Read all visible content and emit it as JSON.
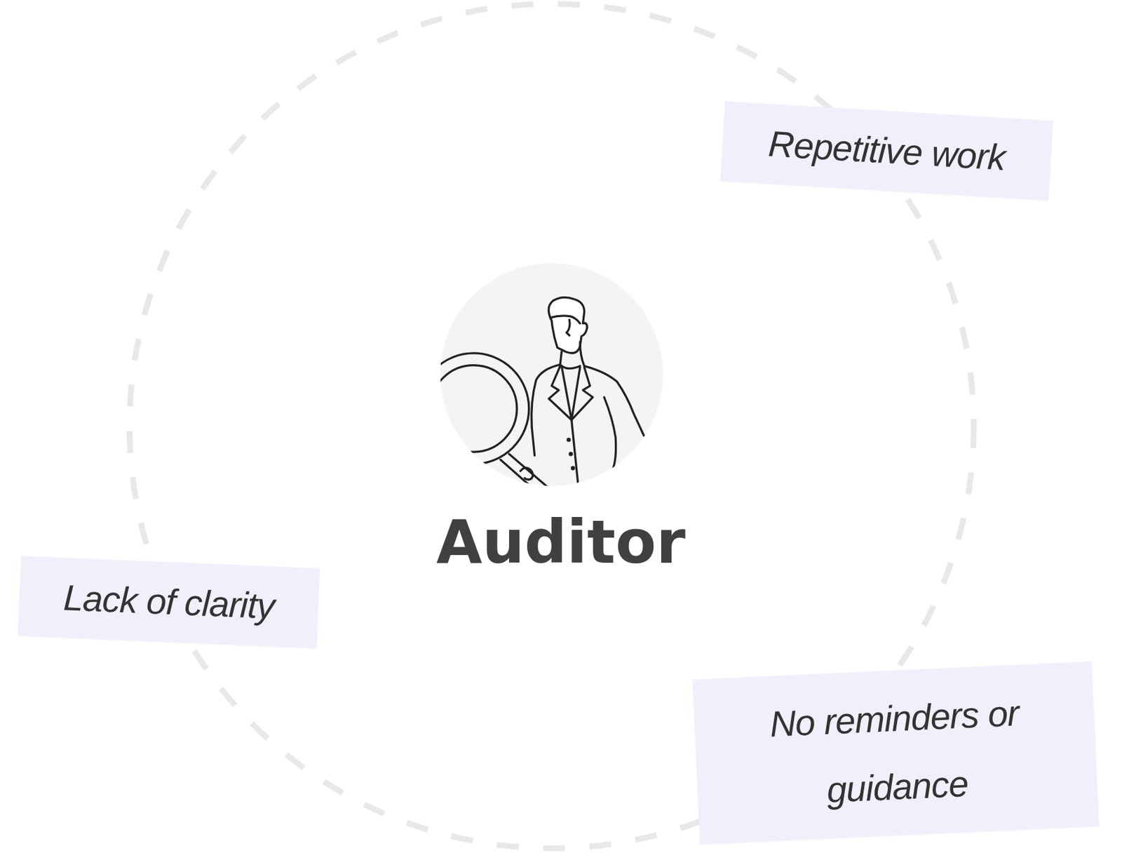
{
  "diagram": {
    "nodes": [
      {
        "text": [
          "Auditor"
        ]
      },
      {
        "text": [
          "Repetitive work"
        ]
      },
      {
        "text": [
          "Lack of clarity"
        ]
      },
      {
        "text": [
          "No reminders or guidance"
        ]
      }
    ]
  }
}
